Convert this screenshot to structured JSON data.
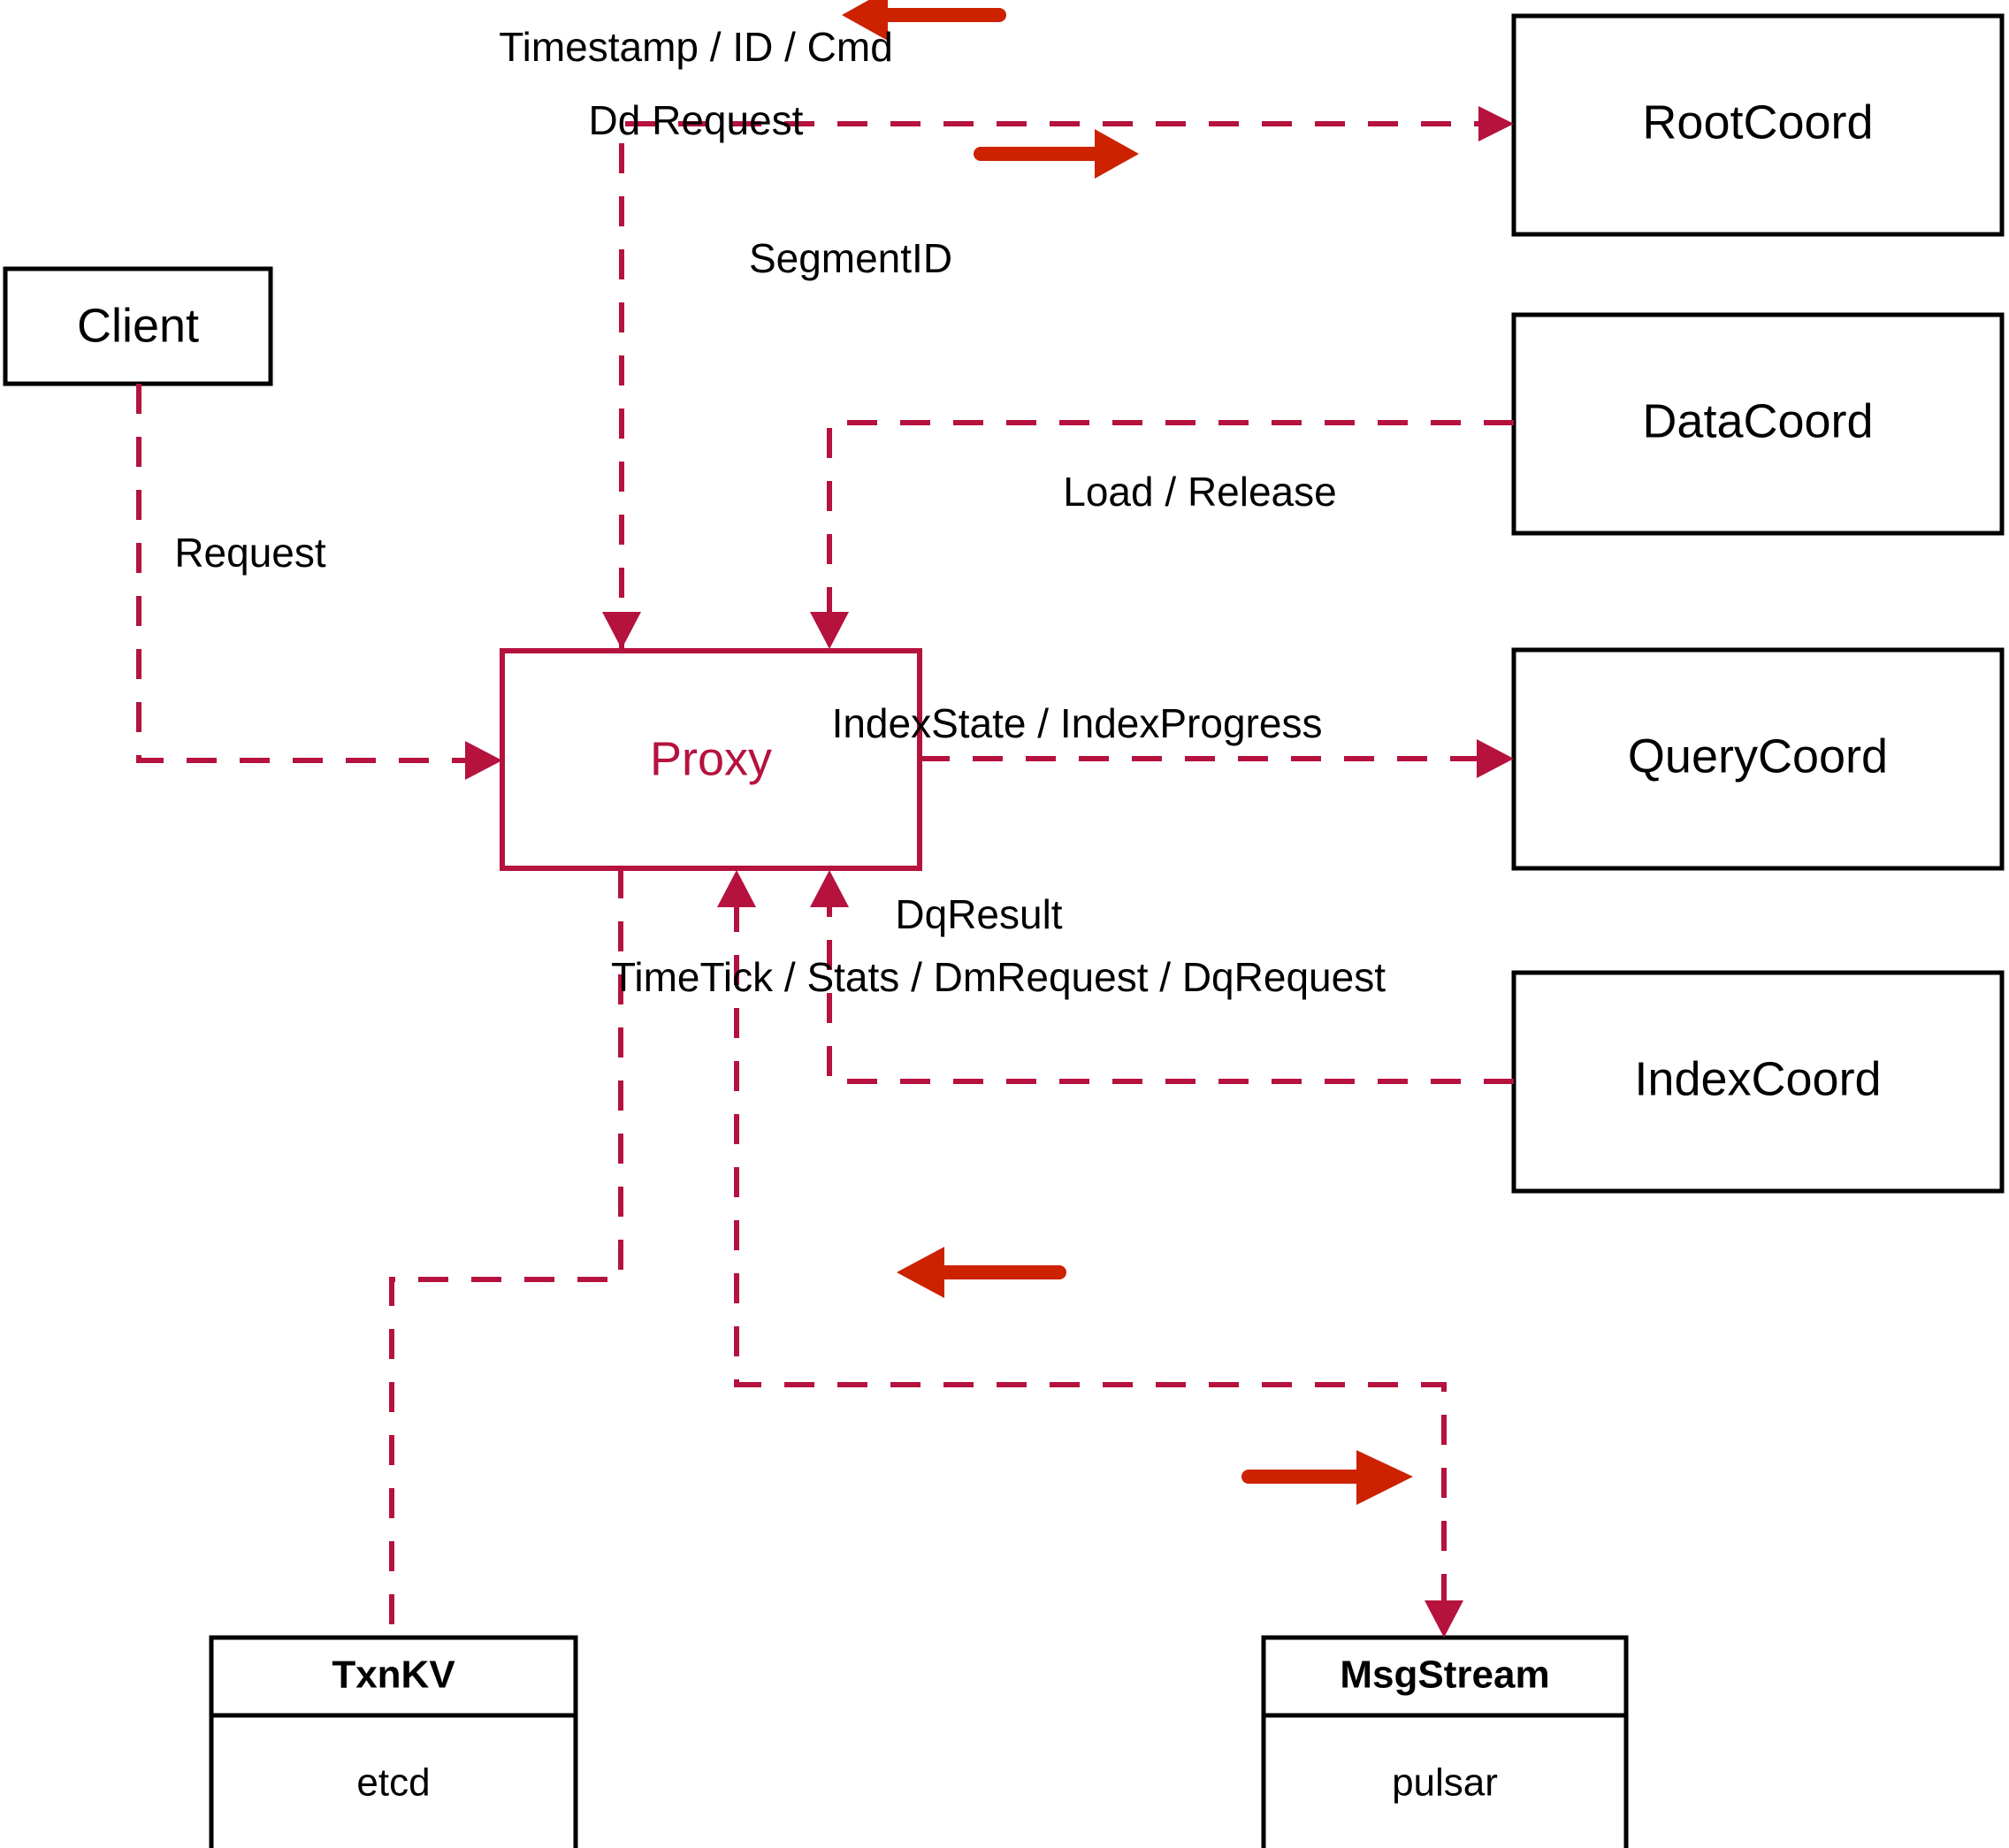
{
  "diagram": {
    "title": "Milvus Proxy Architecture",
    "colors": {
      "node_stroke": "#000000",
      "proxy_stroke": "#B5123E",
      "dashed_edge": "#B5123E",
      "solid_arrow": "#CC2200",
      "background": "#FFFFFF",
      "proxy_text": "#B5123E",
      "label_text": "#000000"
    },
    "nodes": [
      {
        "id": "client",
        "label": "Client",
        "style": "black-box"
      },
      {
        "id": "proxy",
        "label": "Proxy",
        "style": "red-box"
      },
      {
        "id": "rootcoord",
        "label": "RootCoord",
        "style": "black-box"
      },
      {
        "id": "datacoord",
        "label": "DataCoord",
        "style": "black-box"
      },
      {
        "id": "querycoord",
        "label": "QueryCoord",
        "style": "black-box"
      },
      {
        "id": "indexcoord",
        "label": "IndexCoord",
        "style": "black-box"
      }
    ],
    "compound_nodes": [
      {
        "id": "txnkv",
        "title": "TxnKV",
        "impl": "etcd"
      },
      {
        "id": "msgstream",
        "title": "MsgStream",
        "impl": "pulsar"
      }
    ],
    "edges": [
      {
        "id": "e-timestamp",
        "label": "Timestamp / ID / Cmd",
        "from": "rootcoord",
        "to": "proxy",
        "direction": "left"
      },
      {
        "id": "e-ddrequest",
        "label": "Dd Request",
        "from": "proxy",
        "to": "rootcoord",
        "direction": "right"
      },
      {
        "id": "e-segmentid",
        "label": "SegmentID",
        "from": "datacoord",
        "to": "proxy",
        "direction": "left"
      },
      {
        "id": "e-request",
        "label": "Request",
        "from": "client",
        "to": "proxy",
        "direction": "right"
      },
      {
        "id": "e-loadrel",
        "label": "Load / Release",
        "from": "proxy",
        "to": "querycoord",
        "direction": "right"
      },
      {
        "id": "e-indexstate",
        "label": "IndexState / IndexProgress",
        "from": "indexcoord",
        "to": "proxy",
        "direction": "left"
      },
      {
        "id": "e-dqresult",
        "label": "DqResult",
        "from": "msgstream",
        "to": "proxy",
        "direction": "left"
      },
      {
        "id": "e-timetick",
        "label": "TimeTick / Stats / DmRequest / DqRequest",
        "from": "proxy",
        "to": "msgstream",
        "direction": "right"
      },
      {
        "id": "e-txnkv",
        "label": "",
        "from": "proxy",
        "to": "txnkv",
        "direction": "none"
      }
    ]
  }
}
